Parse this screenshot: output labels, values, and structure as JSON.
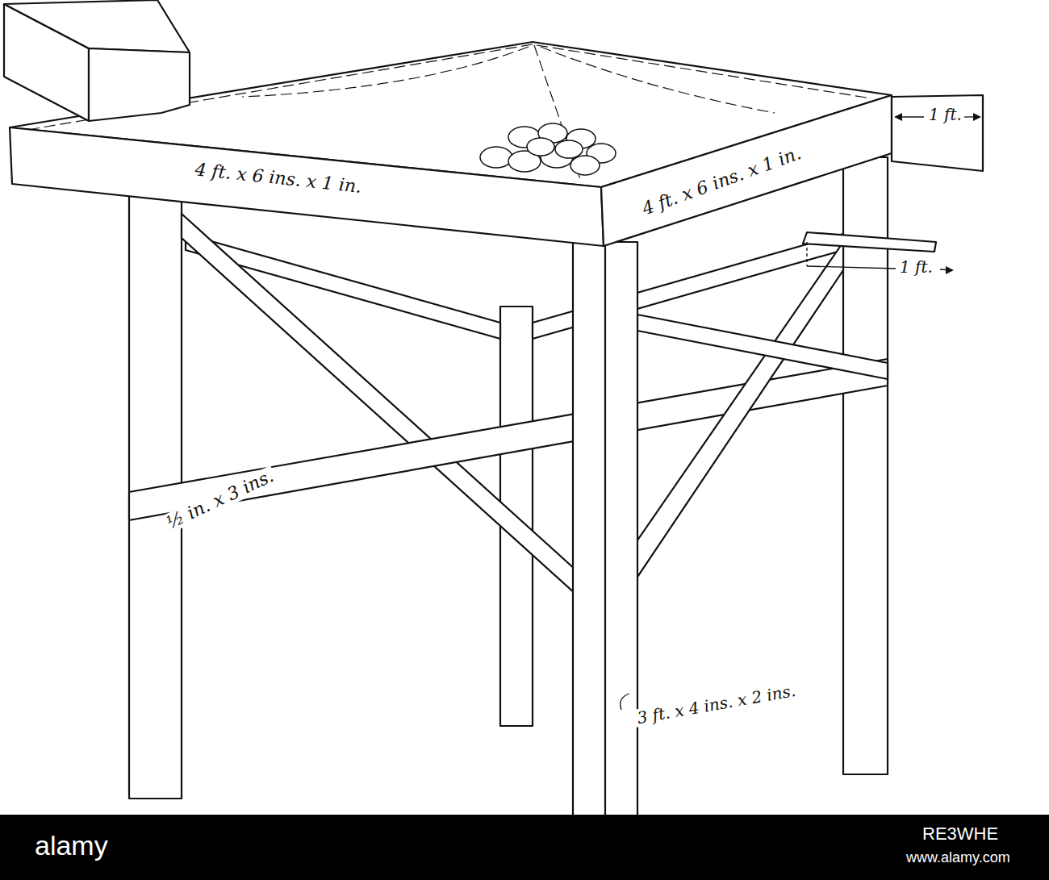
{
  "diagram": {
    "labels": [
      "4 ft. x 6 ins. x 1 in.",
      "4 ft. x 6 ins. x 1 in.",
      "1 ft.",
      "1 ft.",
      "½ in. x 3 ins.",
      "3 ft. x 4 ins. x 2 ins.",
      "alamy",
      "RE3WHE",
      "www.alamy.com"
    ]
  }
}
